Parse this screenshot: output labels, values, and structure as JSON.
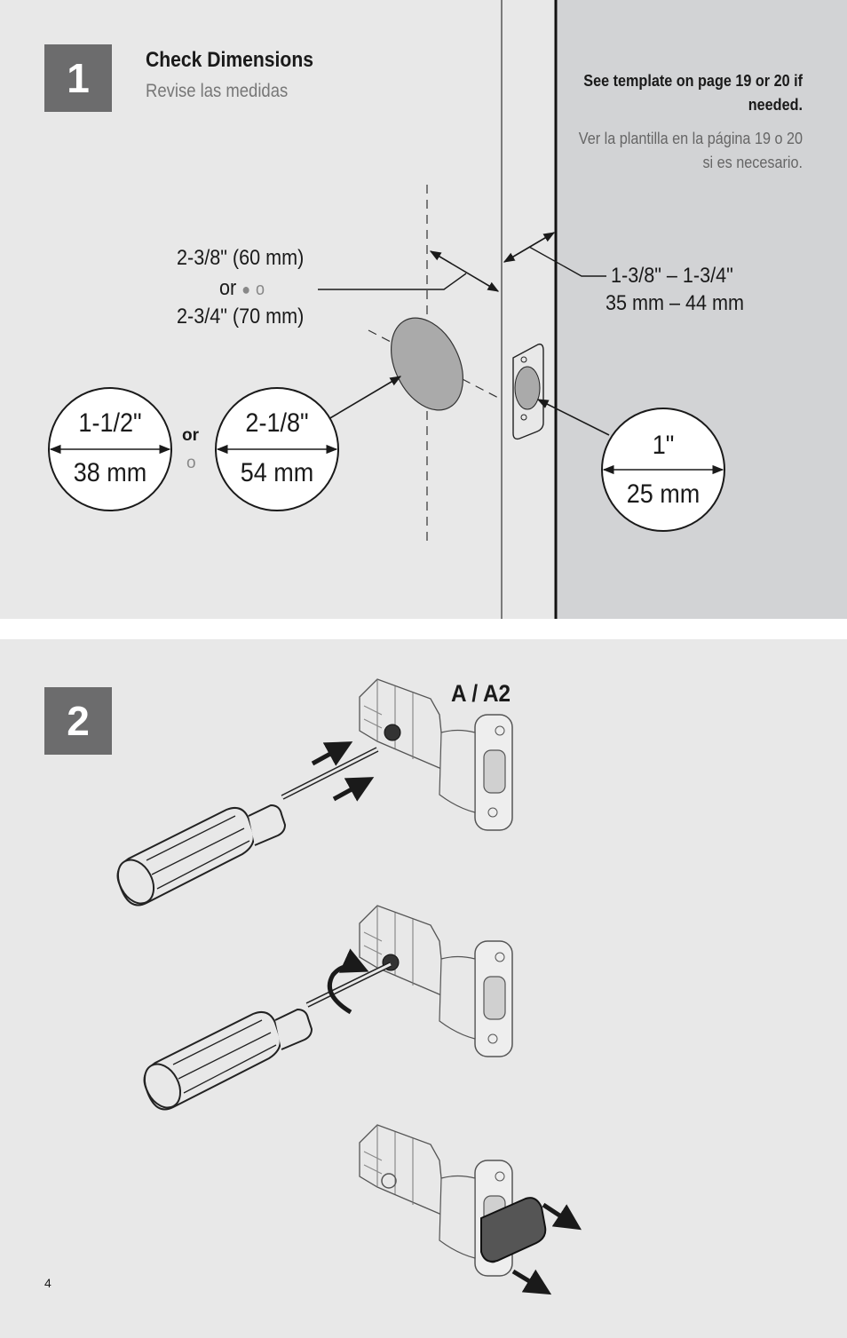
{
  "step1": {
    "number": "1",
    "title": "Check Dimensions",
    "subtitle": "Revise las medidas",
    "note_en": "See template on page 19 or 20 if needed.",
    "note_es": "Ver la plantilla en la página 19 o 20 si es necesario.",
    "backset_line1": "2-3/8\" (60 mm)",
    "backset_or": "or",
    "backset_o": "o",
    "backset_line2": "2-3/4\" (70 mm)",
    "door_thickness_line1": "1-3/8\" – 1-3/4\"",
    "door_thickness_line2": "35 mm – 44 mm",
    "hole_small_in": "1-1/2\"",
    "hole_small_mm": "38 mm",
    "hole_large_in": "2-1/8\"",
    "hole_large_mm": "54 mm",
    "hole_or": "or",
    "hole_o": "o",
    "edge_hole_in": "1\"",
    "edge_hole_mm": "25 mm"
  },
  "step2": {
    "number": "2",
    "latch_label": "A / A2"
  },
  "page_number": "4",
  "colors": {
    "panel_bg": "#e8e8e8",
    "door_bg": "#d2d3d5",
    "badge_bg": "#6c6c6d",
    "hole_fill": "#aaaaaa",
    "arrow_dark": "#1a1a1a"
  }
}
